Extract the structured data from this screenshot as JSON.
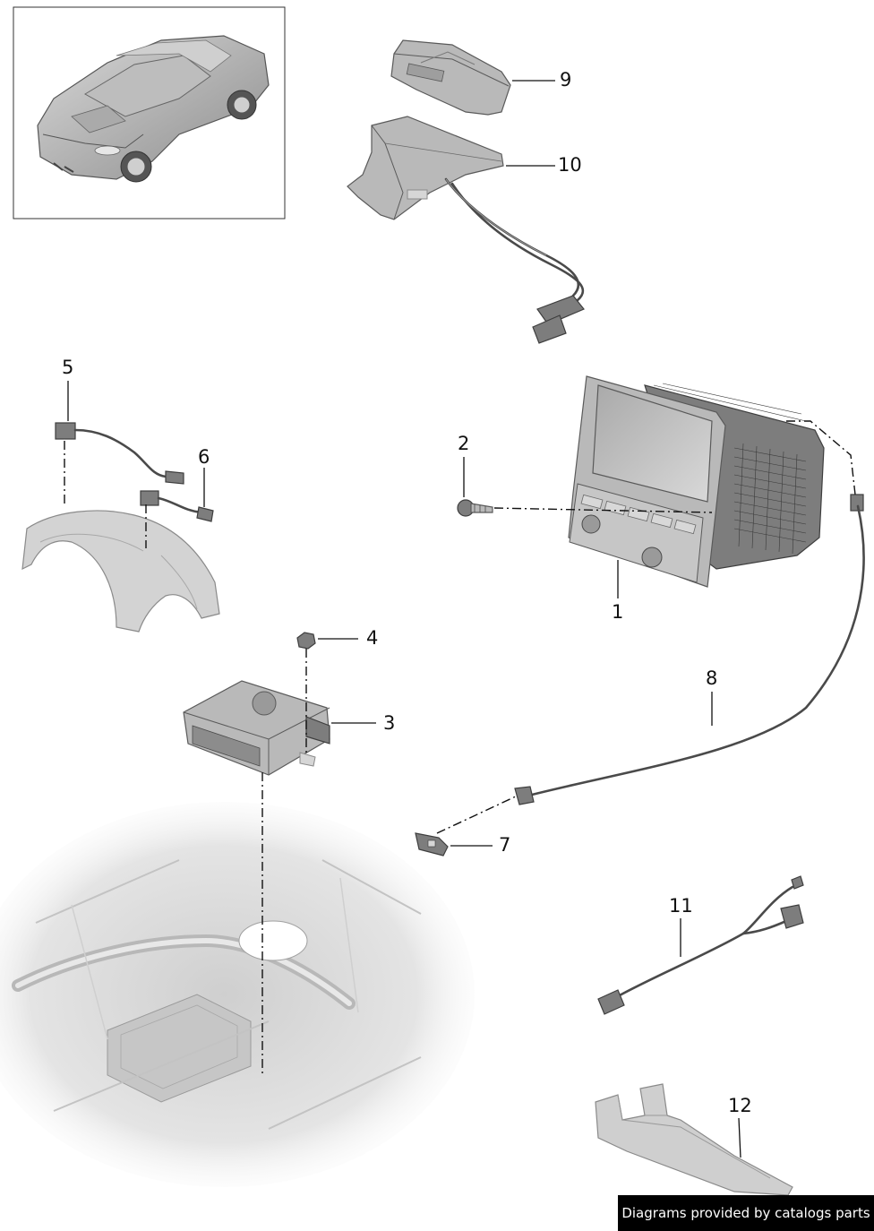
{
  "callouts": [
    {
      "id": "1",
      "label": "1"
    },
    {
      "id": "2",
      "label": "2"
    },
    {
      "id": "3",
      "label": "3"
    },
    {
      "id": "4",
      "label": "4"
    },
    {
      "id": "5",
      "label": "5"
    },
    {
      "id": "6",
      "label": "6"
    },
    {
      "id": "7",
      "label": "7"
    },
    {
      "id": "8",
      "label": "8"
    },
    {
      "id": "9",
      "label": "9"
    },
    {
      "id": "10",
      "label": "10"
    },
    {
      "id": "11",
      "label": "11"
    },
    {
      "id": "12",
      "label": "12"
    }
  ],
  "credit": {
    "text": "Diagrams provided by catalogs parts"
  }
}
